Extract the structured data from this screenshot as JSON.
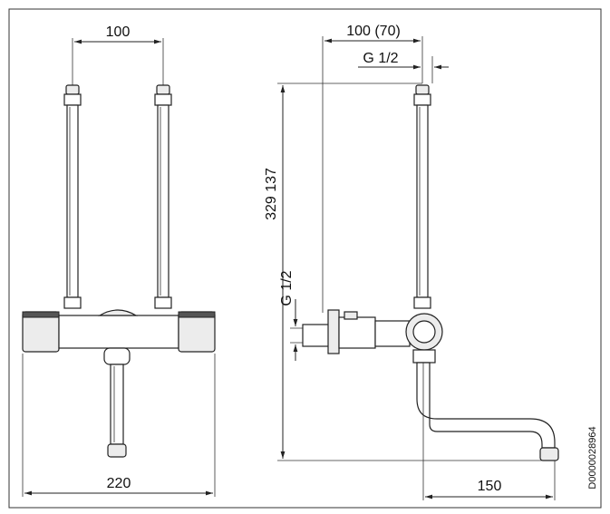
{
  "dimensions": {
    "front_top_width": "100",
    "front_bottom_width": "220",
    "side_top_width": "100 (70)",
    "side_thread_top": "G 1/2",
    "side_height": "329 137",
    "side_thread_left": "G 1/2",
    "side_spout_reach": "150"
  },
  "document_number": "D0000028964"
}
